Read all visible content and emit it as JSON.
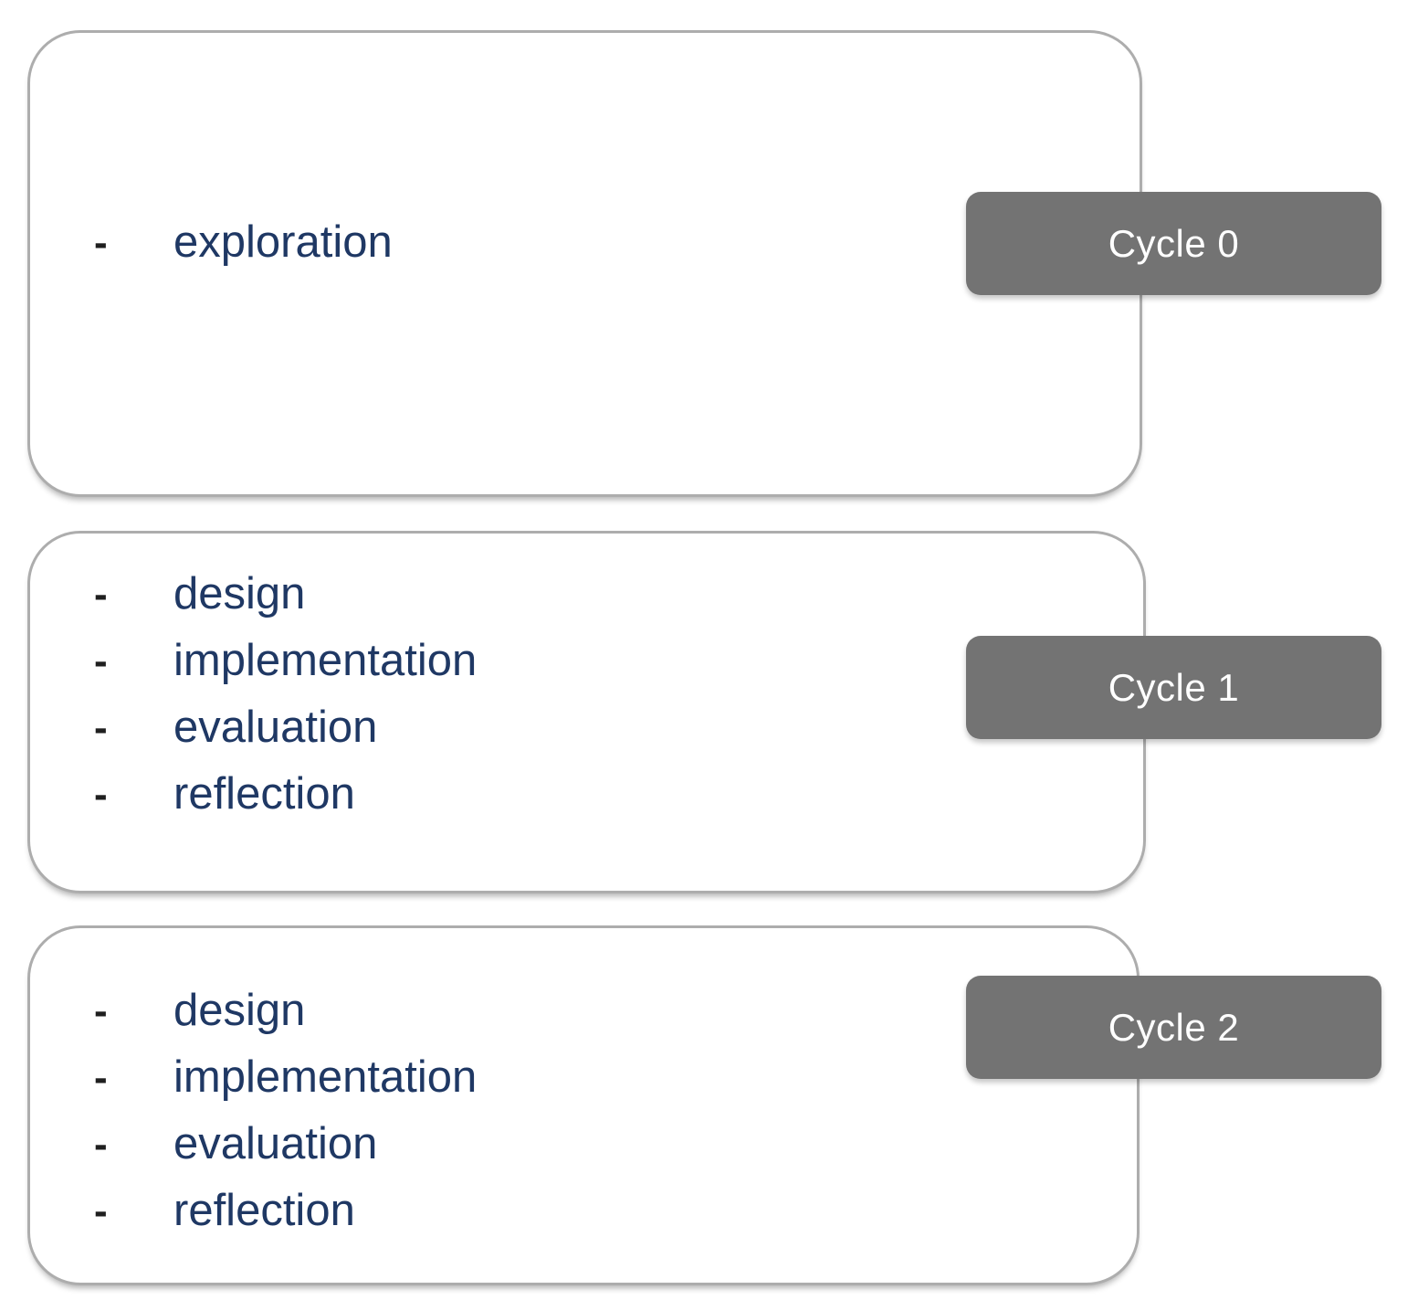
{
  "diagram": {
    "bullet_char": "-",
    "boxes": [
      {
        "badge": "Cycle 0",
        "items": [
          "exploration"
        ]
      },
      {
        "badge": "Cycle 1",
        "items": [
          "design",
          "implementation",
          "evaluation",
          "reflection"
        ]
      },
      {
        "badge": "Cycle 2",
        "items": [
          "design",
          "implementation",
          "evaluation",
          "reflection"
        ]
      }
    ],
    "colors": {
      "item_text": "#1f3864",
      "bullet": "#1f1f1f",
      "badge_background": "#737373",
      "badge_text": "#ffffff",
      "box_border": "#adadad",
      "background": "#ffffff"
    }
  }
}
